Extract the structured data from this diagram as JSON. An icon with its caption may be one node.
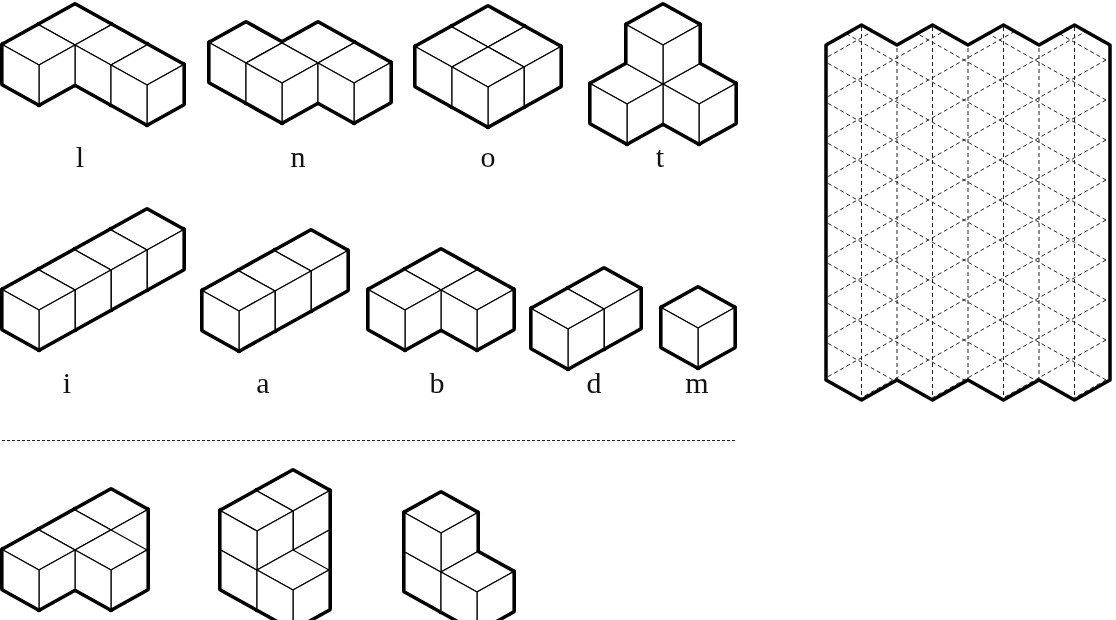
{
  "diagram": {
    "labels": [
      "l",
      "n",
      "o",
      "t",
      "i",
      "a",
      "b",
      "d",
      "m"
    ]
  }
}
